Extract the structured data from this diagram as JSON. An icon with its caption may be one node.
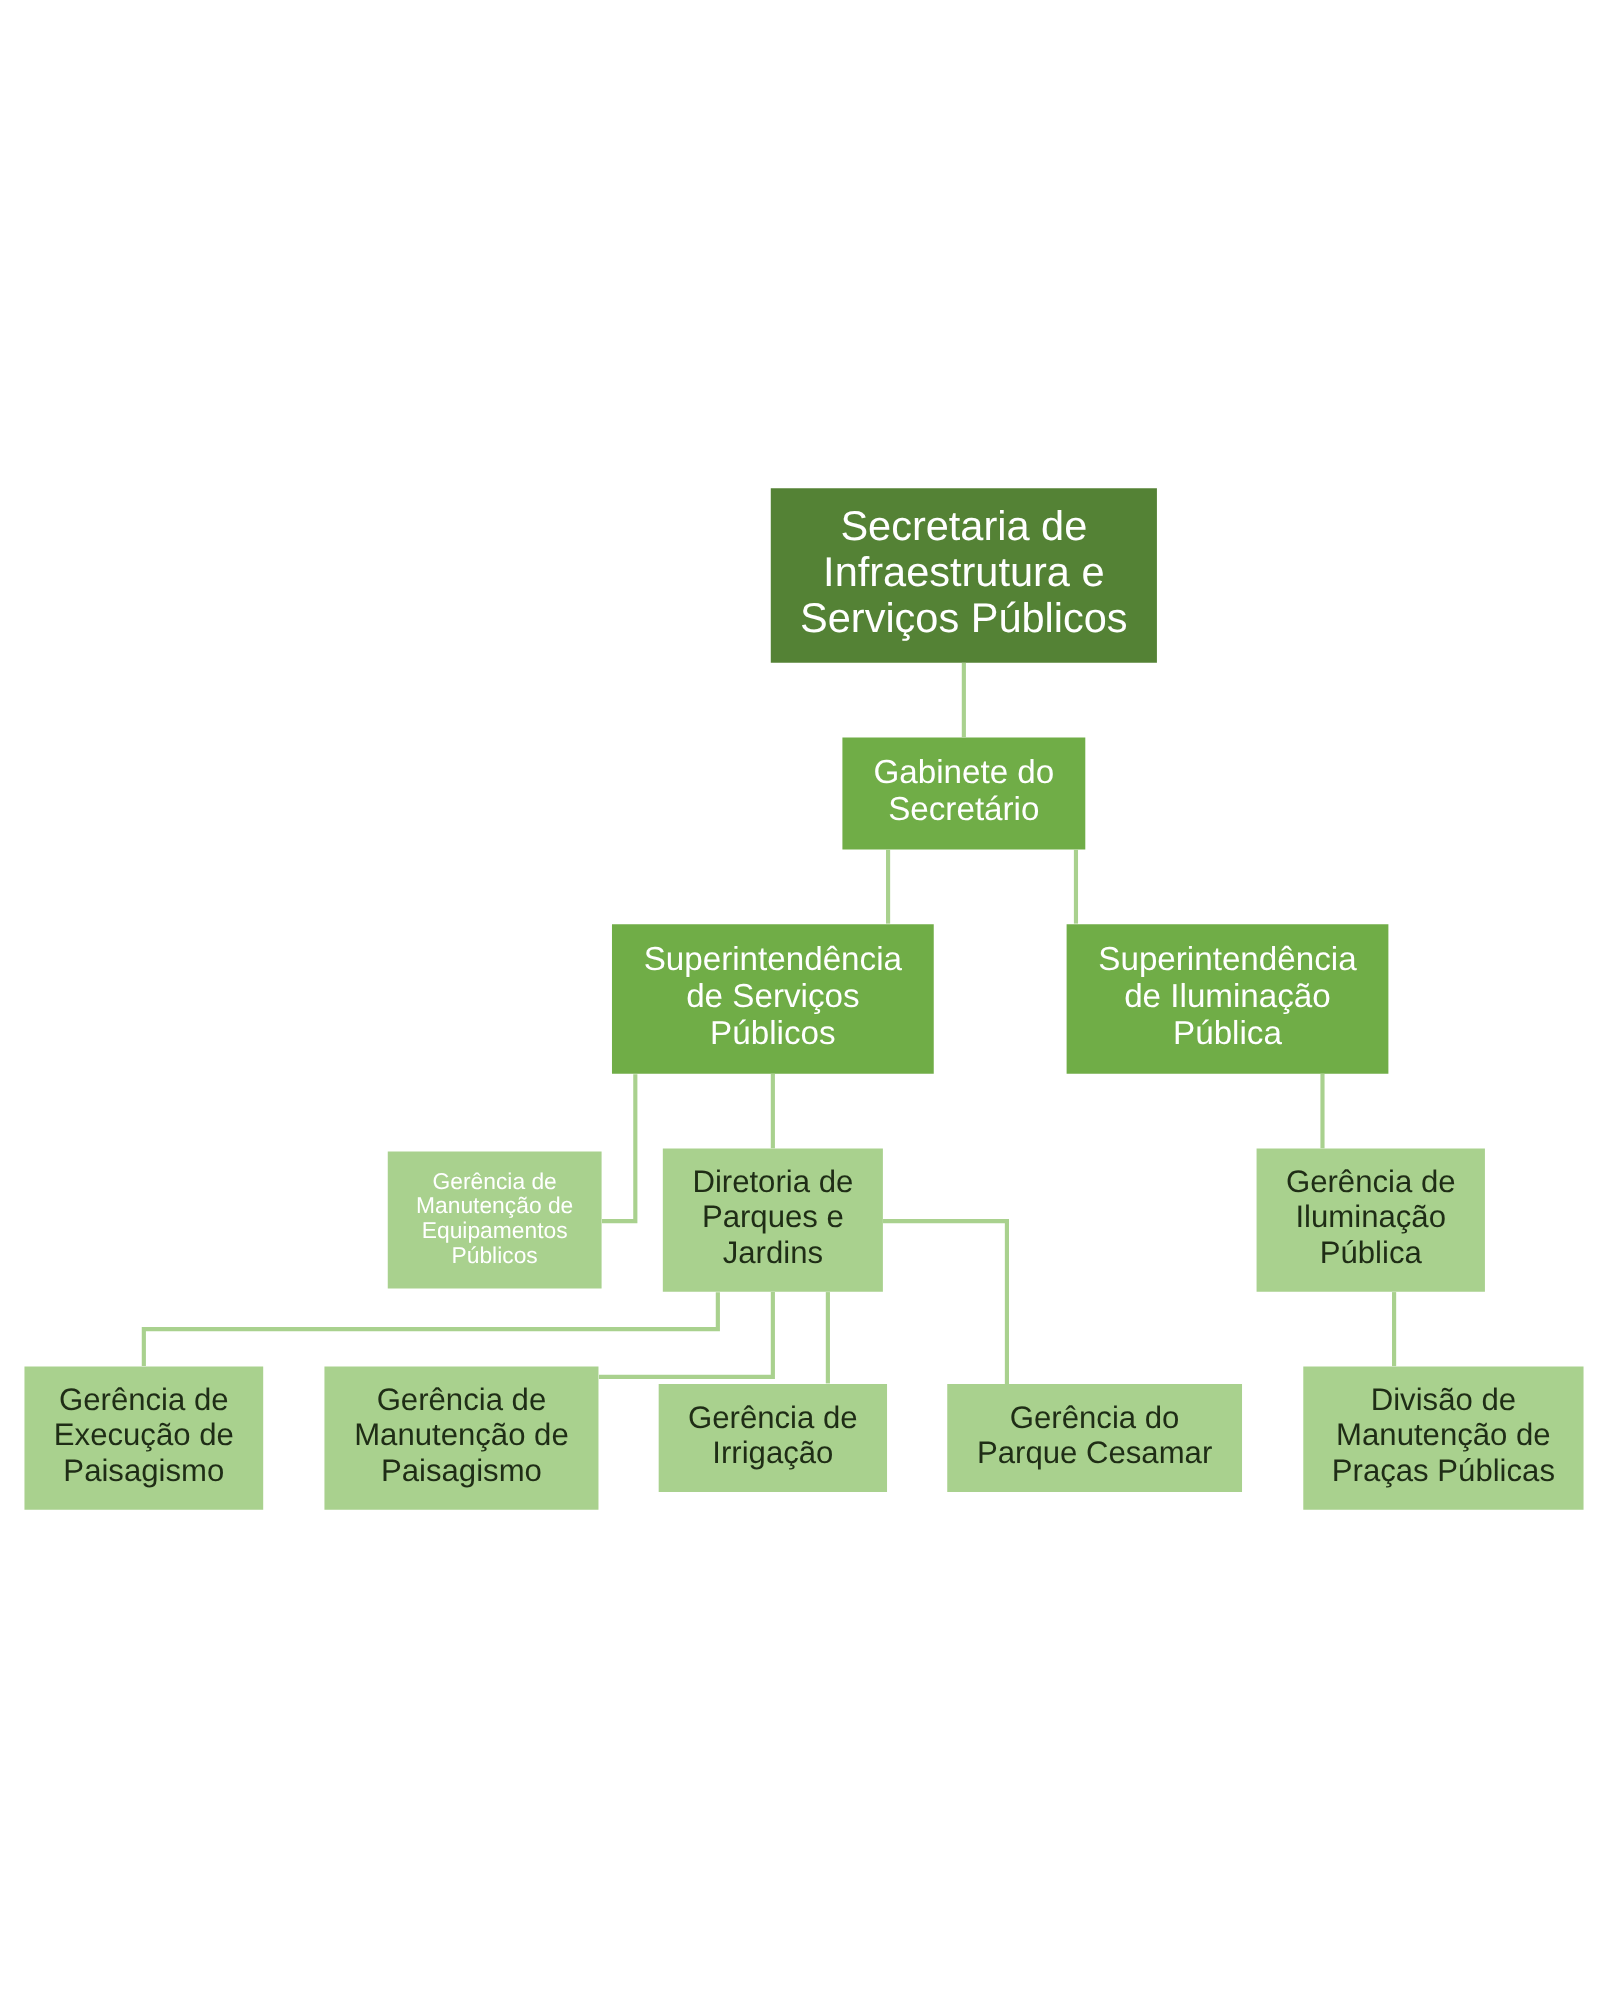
{
  "diagram": {
    "nodes": [
      {
        "text": [
          "Secretaria de Infraestrutura e Serviços Públicos"
        ]
      },
      {
        "text": [
          "Gabinete do Secretário"
        ]
      },
      {
        "text": [
          "Superintendência de Serviços Públicos"
        ]
      },
      {
        "text": [
          "Superintendência de Iluminação Pública"
        ]
      },
      {
        "text": [
          "Gerência de Manutenção de Equipamentos Públicos"
        ]
      },
      {
        "text": [
          "Diretoria de Parques e Jardins"
        ]
      },
      {
        "text": [
          "Gerência de Execução de Paisagismo"
        ]
      },
      {
        "text": [
          "Gerência de Manutenção de Paisagismo"
        ]
      },
      {
        "text": [
          "Gerência de Irrigação"
        ]
      },
      {
        "text": [
          "Gerência do Parque Cesamar"
        ]
      },
      {
        "text": [
          "Gerência de Iluminação Pública"
        ]
      },
      {
        "text": [
          "Divisão de Manutenção de Praças Públicas"
        ]
      }
    ],
    "edges": [
      {
        "from": 0,
        "to": 1,
        "arrow": "none"
      },
      {
        "from": 1,
        "to": 2,
        "arrow": "none"
      },
      {
        "from": 1,
        "to": 3,
        "arrow": "none"
      },
      {
        "from": 2,
        "to": 4,
        "arrow": "none"
      },
      {
        "from": 2,
        "to": 5,
        "arrow": "none"
      },
      {
        "from": 5,
        "to": 6,
        "arrow": "none"
      },
      {
        "from": 5,
        "to": 7,
        "arrow": "none"
      },
      {
        "from": 5,
        "to": 8,
        "arrow": "none"
      },
      {
        "from": 5,
        "to": 9,
        "arrow": "none"
      },
      {
        "from": 3,
        "to": 10,
        "arrow": "none"
      },
      {
        "from": 10,
        "to": 11,
        "arrow": "none"
      }
    ]
  }
}
